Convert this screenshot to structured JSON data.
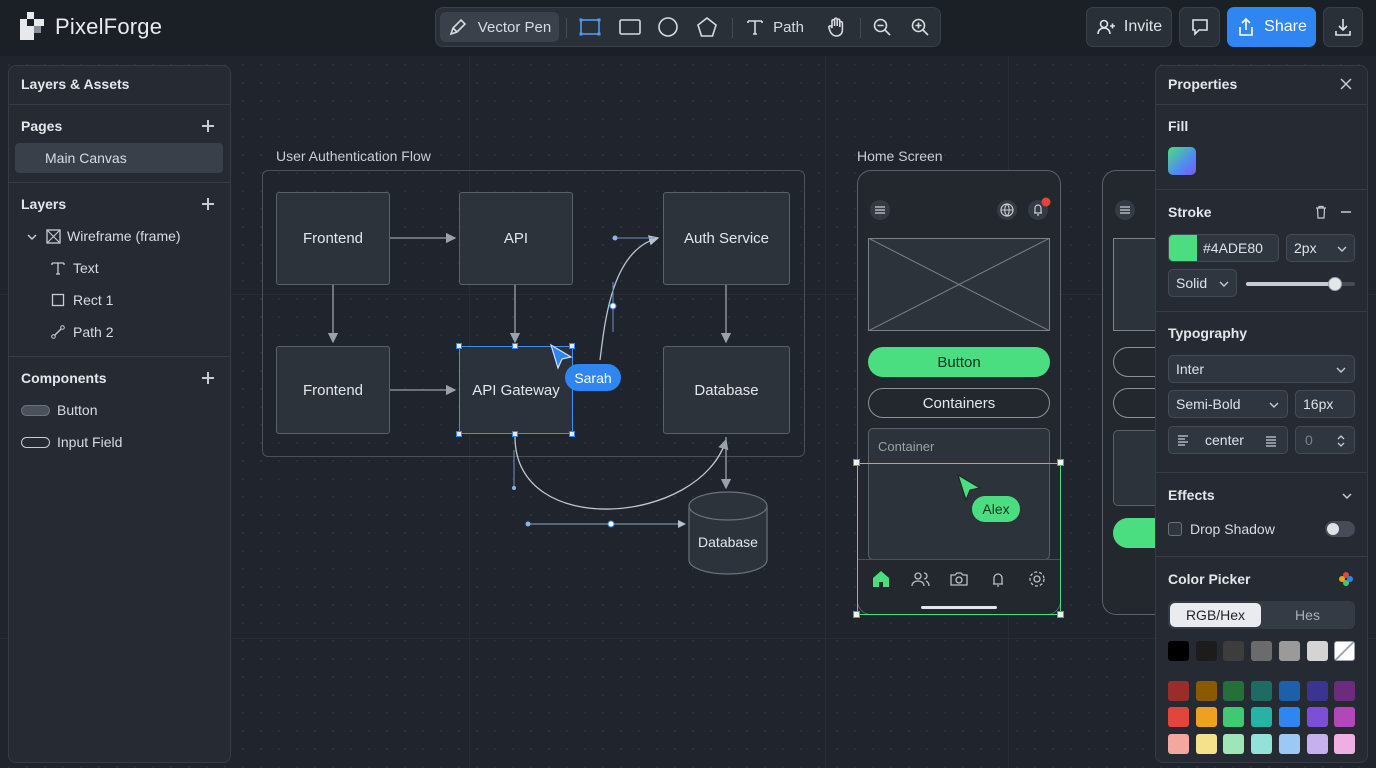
{
  "app": {
    "name": "PixelForge"
  },
  "toolbar": {
    "vector_pen": "Vector Pen",
    "path": "Path"
  },
  "header": {
    "invite": "Invite",
    "share": "Share"
  },
  "left_panel": {
    "title": "Layers & Assets",
    "pages_title": "Pages",
    "pages": [
      "Main Canvas"
    ],
    "layers_title": "Layers",
    "layers": [
      {
        "label": "Wireframe (frame)",
        "icon": "frame-icon"
      },
      {
        "label": "Text",
        "icon": "text-icon"
      },
      {
        "label": "Rect 1",
        "icon": "rect-icon"
      },
      {
        "label": "Path 2",
        "icon": "path-icon"
      }
    ],
    "components_title": "Components",
    "components": [
      {
        "label": "Button",
        "icon": "button-component-icon"
      },
      {
        "label": "Input Field",
        "icon": "input-component-icon"
      }
    ]
  },
  "diagram": {
    "title": "User Authentication Flow",
    "nodes": {
      "frontend1": "Frontend",
      "api": "API",
      "auth": "Auth Service",
      "frontend2": "Frontend",
      "gateway": "API Gateway",
      "database": "Database",
      "database_cyl": "Database"
    },
    "cursor_sarah": "Sarah"
  },
  "home_screen": {
    "title": "Home Screen",
    "button": "Button",
    "containers": "Containers",
    "container": "Container",
    "cursor_alex": "Alex"
  },
  "right_panel": {
    "title": "Properties",
    "fill_title": "Fill",
    "stroke_title": "Stroke",
    "stroke_hex": "#4ADE80",
    "stroke_width": "2px",
    "stroke_style": "Solid",
    "stroke_opacity": 0.82,
    "typography_title": "Typography",
    "font_family": "Inter",
    "font_weight": "Semi-Bold",
    "font_size": "16px",
    "align": "center",
    "spacing": "0",
    "effects_title": "Effects",
    "drop_shadow": "Drop Shadow",
    "color_picker_title": "Color Picker",
    "picker_tabs": [
      "RGB/Hex",
      "Hes"
    ]
  },
  "colors": {
    "accent_blue": "#2f86f0",
    "accent_green": "#4ade80",
    "swatches_row1": [
      "#000000",
      "#1c1c1c",
      "#3d3d3d",
      "#6b6b6b",
      "#9a9a9a",
      "#d4d4d4",
      "#ffffff"
    ],
    "swatches_row2": [
      "#9b2c2c",
      "#8a5a00",
      "#23703a",
      "#1d6b63",
      "#1d5fa8",
      "#3b3591",
      "#6b2c7e"
    ],
    "swatches_row3": [
      "#e2463a",
      "#f0a020",
      "#3fca72",
      "#25b3a6",
      "#2f86f0",
      "#7d4fd6",
      "#b346b8"
    ],
    "swatches_row4": [
      "#f2a79f",
      "#f5e18c",
      "#9ee6b6",
      "#93e2d9",
      "#9cc8f5",
      "#c6b1ee",
      "#eeb0e4"
    ]
  }
}
